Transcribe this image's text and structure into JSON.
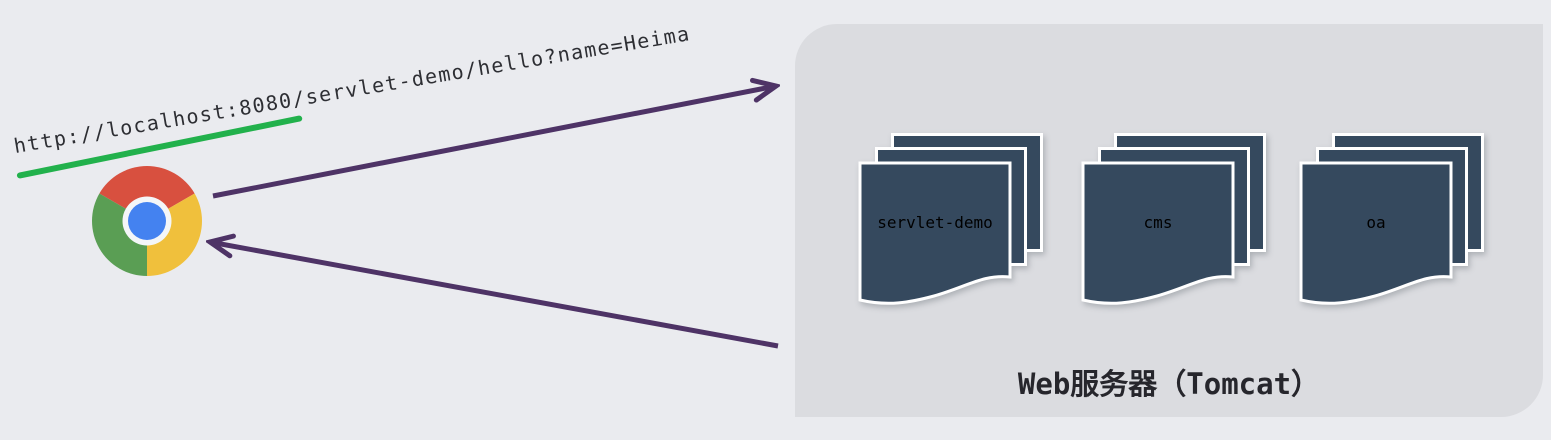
{
  "diagram": {
    "browser": {
      "url": "http://localhost:8080/servlet-demo/hello?name=Heima",
      "icon": "chrome-logo"
    },
    "server": {
      "title": "Web服务器（Tomcat）",
      "apps": [
        "servlet-demo",
        "cms",
        "oa"
      ]
    },
    "colors": {
      "canvas_background": "#eaebef",
      "server_box_background": "#dbdce0",
      "document_fill": "#35495e",
      "document_border": "#ffffff",
      "arrow_purple": "#4e3366",
      "underline_green": "#22b14c",
      "url_text": "#2d2e33",
      "chrome_red": "#d8503f",
      "chrome_yellow": "#f0c03c",
      "chrome_green": "#5a9e54",
      "chrome_blue": "#4482f0"
    }
  }
}
